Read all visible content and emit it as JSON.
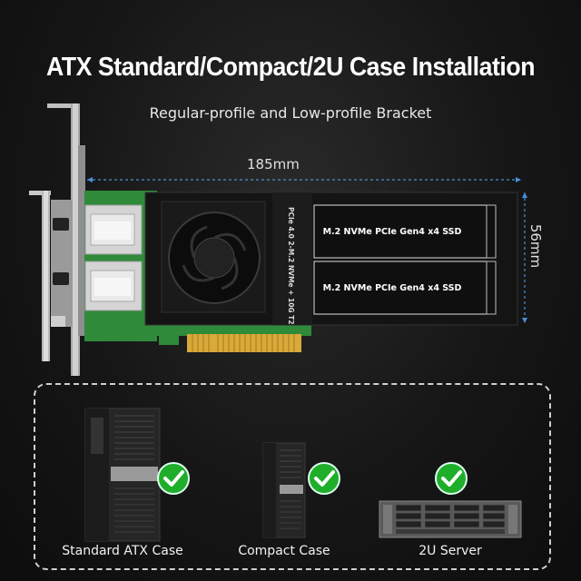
{
  "header": {
    "title": "ATX Standard/Compact/2U Case Installation",
    "subtitle": "Regular-profile and Low-profile Bracket"
  },
  "card": {
    "width_label": "185mm",
    "height_label": "56mm",
    "pcb_text": "PCIe 4.0 2-M.2 NVMe + 10G T2",
    "ssd_slots": [
      {
        "label": "M.2 NVMe PCIe Gen4 x4 SSD"
      },
      {
        "label": "M.2 NVMe PCIe Gen4 x4 SSD"
      }
    ]
  },
  "compatibility": [
    {
      "label": "Standard ATX Case",
      "icon": "check-icon",
      "status_color": "#1fae2a"
    },
    {
      "label": "Compact Case",
      "icon": "check-icon",
      "status_color": "#1fae2a"
    },
    {
      "label": "2U Server",
      "icon": "check-icon",
      "status_color": "#1fae2a"
    }
  ]
}
